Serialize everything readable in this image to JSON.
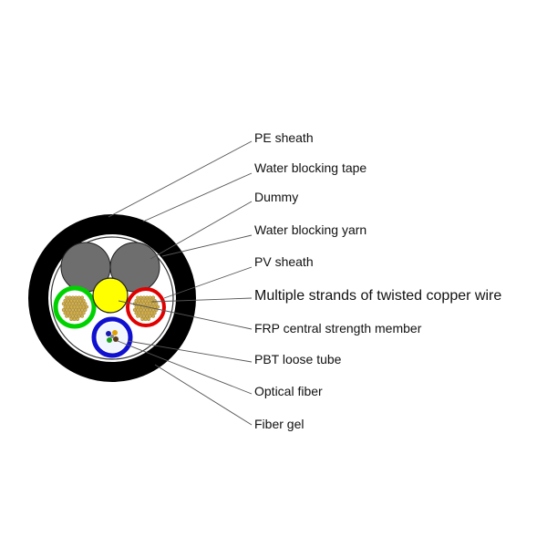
{
  "labels": {
    "pe_sheath": "PE sheath",
    "water_blocking_tape": "Water blocking tape",
    "dummy": "Dummy",
    "water_blocking_yarn": "Water blocking yarn",
    "pv_sheath": "PV sheath",
    "copper_wire": "Multiple strands of twisted copper wire",
    "frp_member": "FRP central strength member",
    "pbt_tube": "PBT loose tube",
    "optical_fiber": "Optical fiber",
    "fiber_gel": "Fiber gel"
  },
  "colors": {
    "outer_sheath": "#000000",
    "dummy": "#6e6e6e",
    "frp_member": "#ffff00",
    "green_ring": "#00d200",
    "red_ring": "#e00000",
    "blue_ring": "#1010d0",
    "copper_strand": "#d4b24a",
    "leader_line": "#555555"
  }
}
